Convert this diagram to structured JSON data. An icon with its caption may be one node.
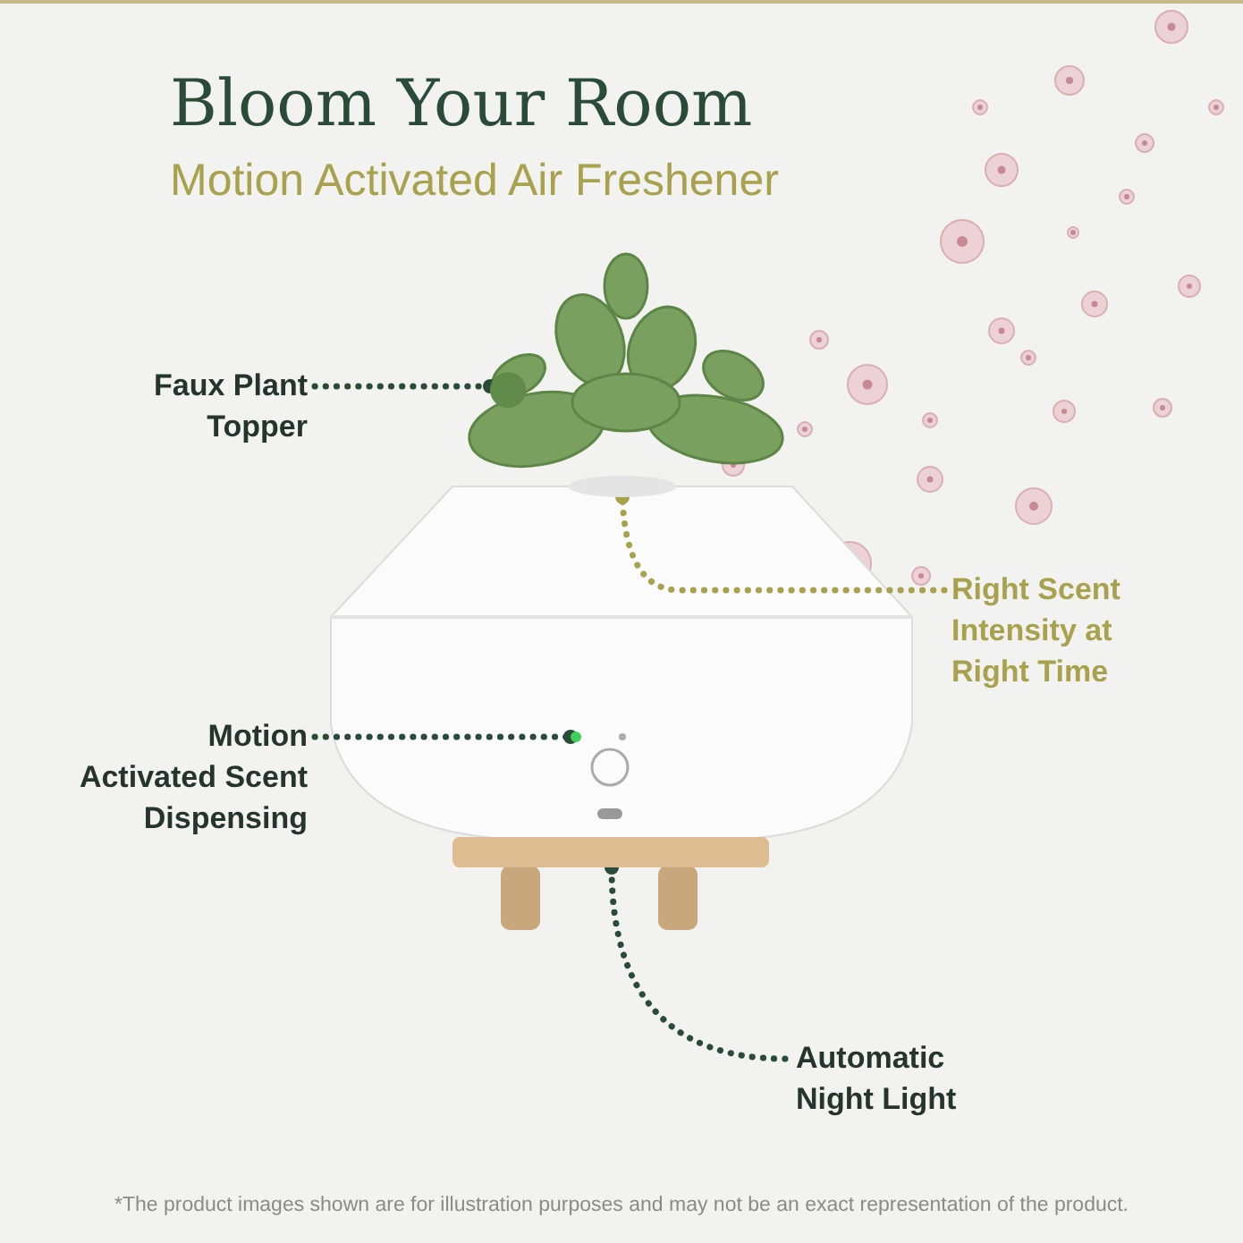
{
  "diagram": {
    "title": "Bloom Your Room",
    "caption": "*The product images shown are for illustration purposes and may not be an exact representation of the product.",
    "nodes": [
      {
        "text": [
          "Faux Plant Topper"
        ]
      },
      {
        "text": [],
        "shape": "circle"
      },
      {
        "text": [
          "Right Scent Intensity at Right Time"
        ]
      },
      {
        "text": [],
        "shape": "circle"
      },
      {
        "text": [
          "Motion Activated Scent Dispensing"
        ]
      },
      {
        "text": [],
        "shape": "circle"
      },
      {
        "text": [
          "Automatic Night Light"
        ]
      },
      {
        "text": [],
        "shape": "box"
      }
    ],
    "edges": [
      {
        "from": 0,
        "to": 1,
        "arrow": "other",
        "style": "dashed"
      },
      {
        "from": 2,
        "to": 3,
        "arrow": "other",
        "style": "dashed",
        "color": "#a8a24f"
      },
      {
        "from": 4,
        "to": 5,
        "arrow": "other",
        "style": "dashed"
      },
      {
        "from": 6,
        "to": 7,
        "arrow": "other",
        "style": "dashed"
      }
    ],
    "labels": [
      "Motion Activated Air Freshener"
    ]
  }
}
